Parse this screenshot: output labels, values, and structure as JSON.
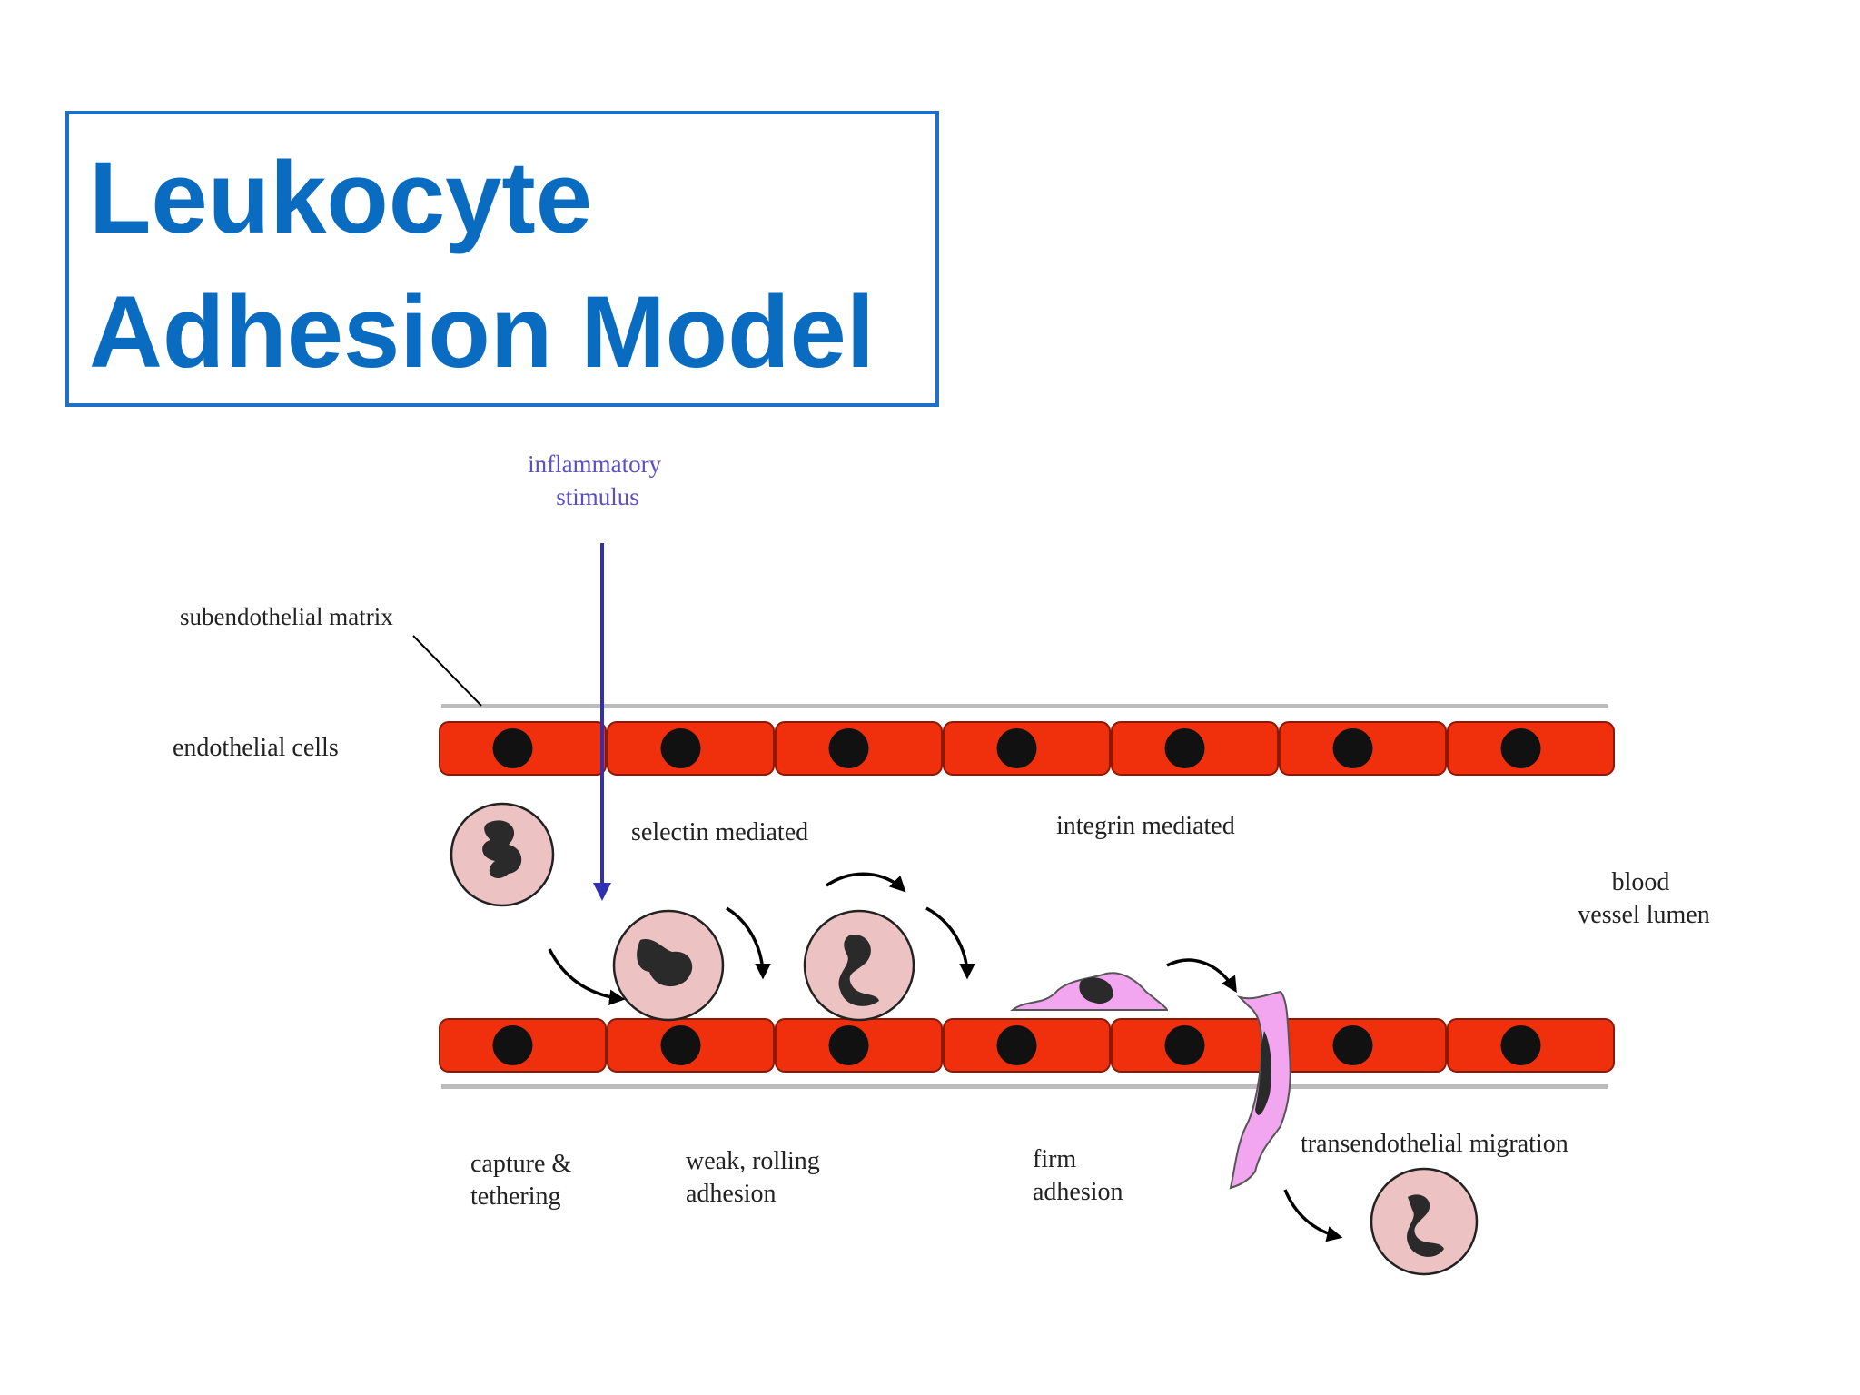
{
  "title": {
    "line1": "Leukocyte",
    "line2": "Adhesion Model"
  },
  "diagram": {
    "stimulus_label": [
      "inflammatory",
      "stimulus"
    ],
    "subendothelial_label": "subendothelial matrix",
    "endothelial_label": "endothelial cells",
    "selectin_label": "selectin mediated",
    "integrin_label": "integrin mediated",
    "lumen_label": [
      "blood",
      "vessel lumen"
    ],
    "capture_label": [
      "capture &",
      "tethering"
    ],
    "rolling_label": [
      "weak, rolling",
      "adhesion"
    ],
    "firm_label": [
      "firm",
      "adhesion"
    ],
    "migration_label": "transendothelial migration"
  },
  "colors": {
    "title": "#0a6cc0",
    "title_border": "#1f6fc4",
    "endothelial_cell": "#f0300c",
    "cell_border": "#8a1a08",
    "nucleus": "#111111",
    "leukocyte": "#ecc2c2",
    "leukocyte_nucleus": "#2a2a2a",
    "migrating_cell": "#f2a6f0",
    "stimulus_arrow": "#3030b0",
    "stimulus_text": "#5a4fc8",
    "matrix_line": "#bcbcbc"
  }
}
